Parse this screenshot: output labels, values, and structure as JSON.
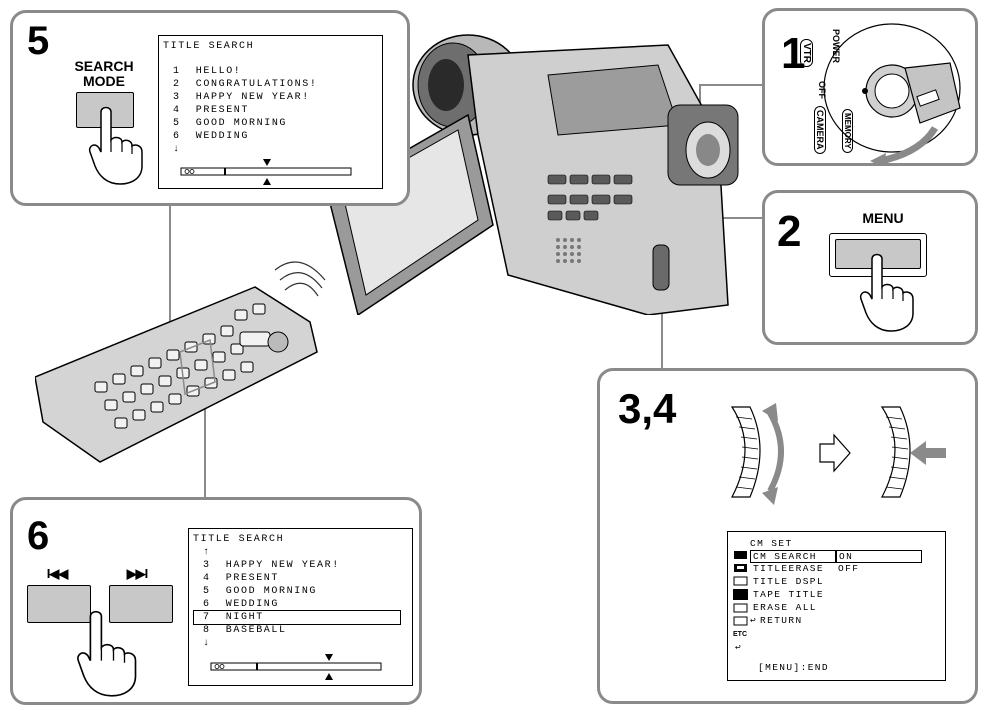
{
  "step5": {
    "number": "5",
    "button_label_1": "SEARCH",
    "button_label_2": "MODE",
    "screen": {
      "title": "TITLE SEARCH",
      "items": [
        "1  HELLO!",
        "2  CONGRATULATIONS!",
        "3  HAPPY NEW YEAR!",
        "4  PRESENT",
        "5  GOOD MORNING",
        "6  WEDDING"
      ],
      "down_arrow": "↓"
    }
  },
  "step1": {
    "number": "1",
    "dial_labels": {
      "vtr": "VTR",
      "power": "POWER",
      "off": "OFF",
      "camera": "CAMERA",
      "memory": "MEMORY"
    }
  },
  "step2": {
    "number": "2",
    "button_label": "MENU"
  },
  "step34": {
    "number": "3,4",
    "menu": {
      "heading": "CM SET",
      "items": [
        "CM SEARCH",
        "TITLEERASE",
        "TITLE DSPL",
        "TAPE TITLE",
        "ERASE ALL",
        "RETURN"
      ],
      "values": [
        "ON",
        "OFF"
      ],
      "etc_label": "ETC",
      "footer": "[MENU]:END"
    }
  },
  "step6": {
    "number": "6",
    "rew_label": "I◀◀",
    "ff_label": "▶▶I",
    "screen": {
      "title": "TITLE SEARCH",
      "up_arrow": "↑",
      "items": [
        "3  HAPPY NEW YEAR!",
        "4  PRESENT",
        "5  GOOD MORNING",
        "6  WEDDING",
        "7  NIGHT",
        "8  BASEBALL"
      ],
      "down_arrow": "↓"
    }
  }
}
